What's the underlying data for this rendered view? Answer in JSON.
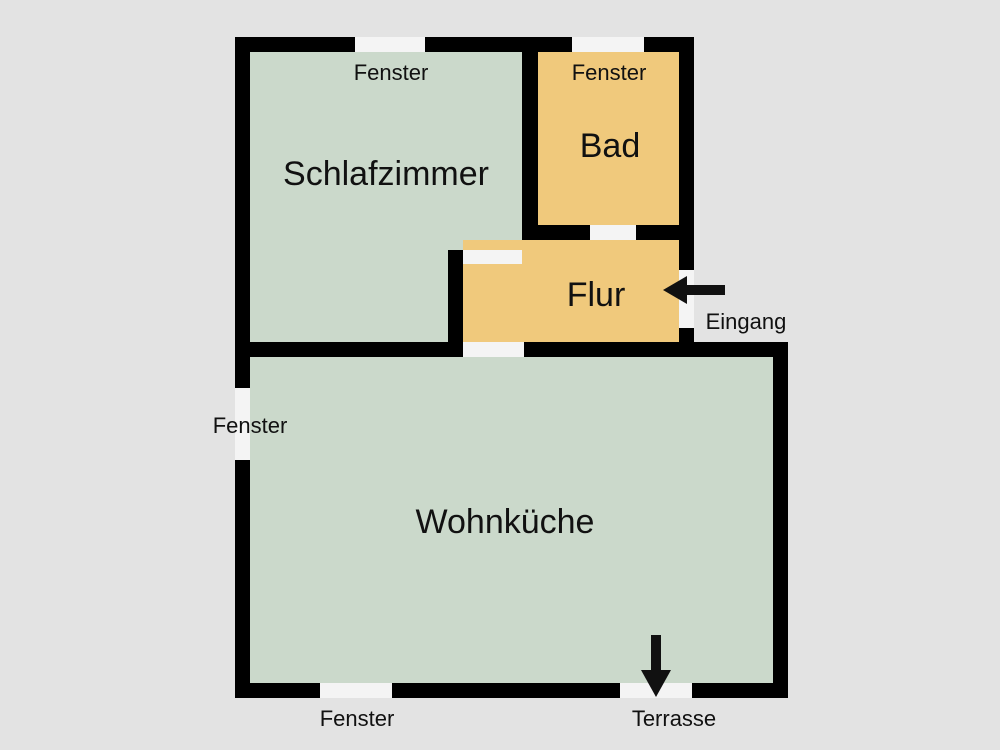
{
  "colors": {
    "background": "#e3e3e3",
    "wall": "#000000",
    "living_room_fill": "#cbd9cb",
    "service_room_fill": "#f0c97c",
    "opening": "#f4f4f4"
  },
  "rooms": {
    "schlafzimmer": "Schlafzimmer",
    "bad": "Bad",
    "flur": "Flur",
    "wohnkueche": "Wohnküche"
  },
  "labels": {
    "fenster_schlafzimmer": "Fenster",
    "fenster_bad": "Fenster",
    "fenster_wohnkueche_links": "Fenster",
    "fenster_wohnkueche_unten": "Fenster",
    "eingang": "Eingang",
    "terrasse": "Terrasse"
  },
  "icons": {
    "entrance_arrow": "arrow-left-icon",
    "terrace_arrow": "arrow-down-icon"
  }
}
